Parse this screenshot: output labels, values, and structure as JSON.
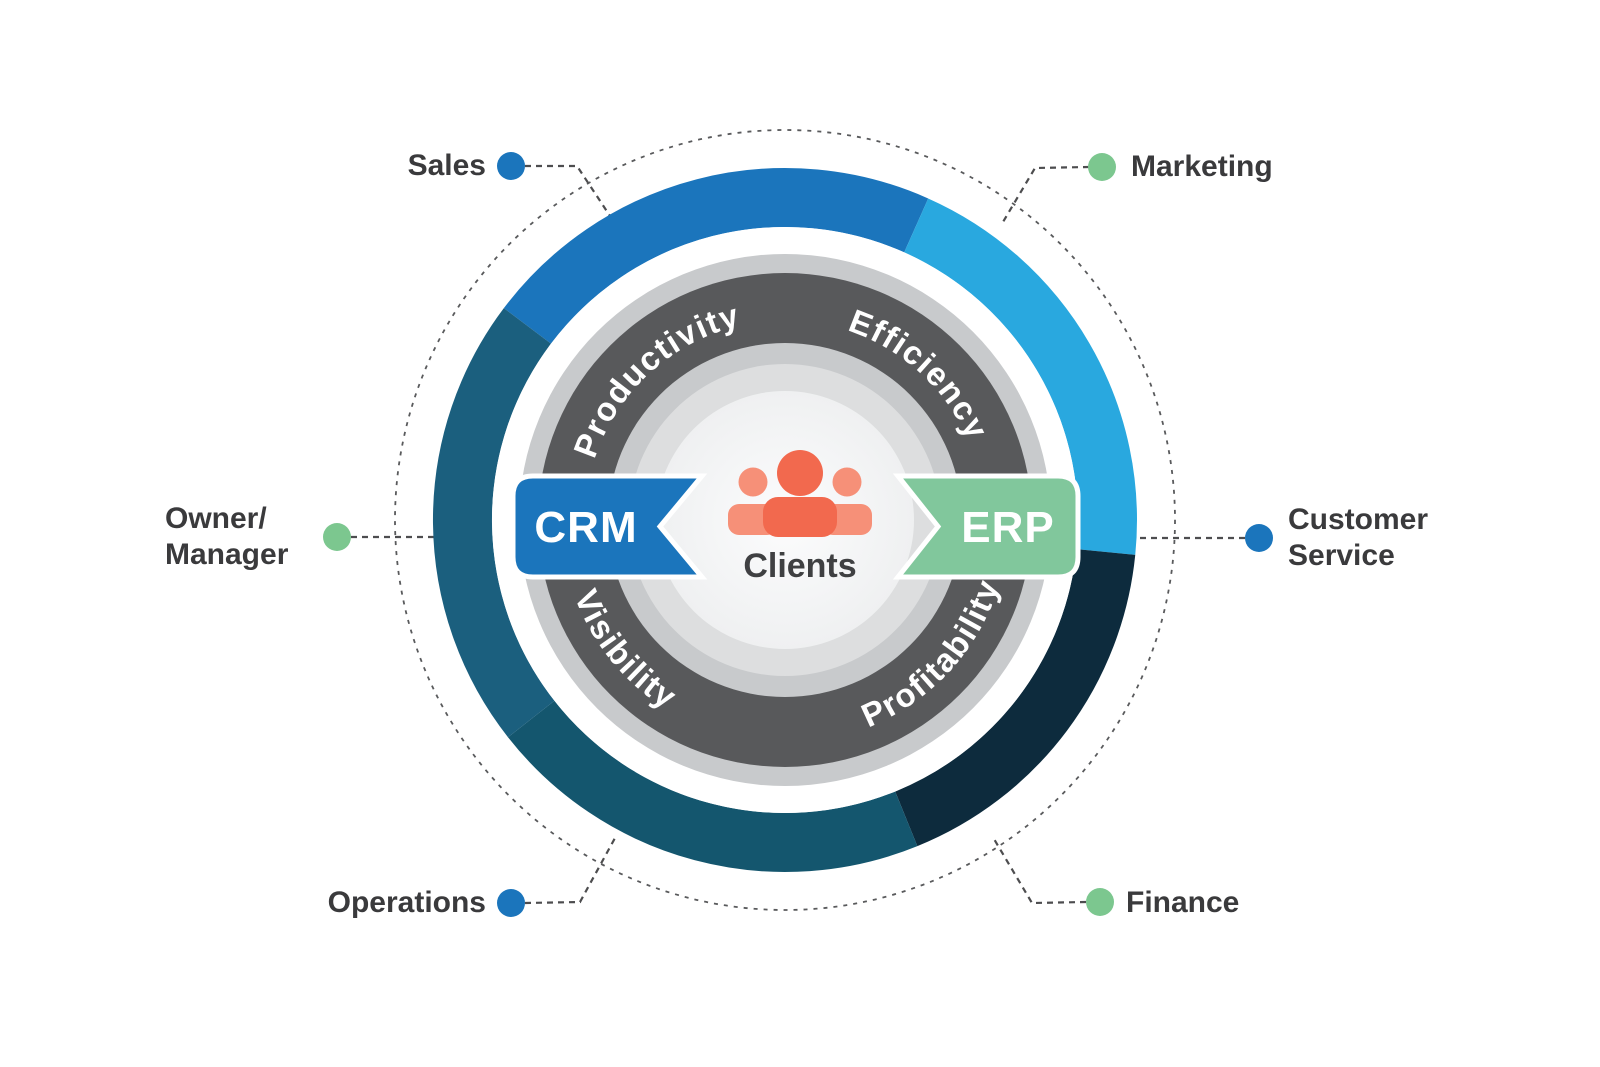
{
  "palette": {
    "background": "#FFFFFF",
    "connector_line": "#4D4D4F",
    "guide_circle": "#595A5C",
    "white_ring": "#FFFFFF",
    "light_gray_ring": "#C8CACC",
    "mid_gray_ring": "#DDDEDF",
    "center_fill": "#EFF0F1",
    "label_text": "#3A3A3C"
  },
  "center_graphic": {
    "crm": {
      "label": "CRM",
      "color": "#1B75BC",
      "text_color": "#FFFFFF"
    },
    "erp": {
      "label": "ERP",
      "color": "#81C79C",
      "text_color": "#FFFFFF"
    },
    "clients": {
      "label": "Clients",
      "text_color": "#3F4042",
      "person_center_color": "#F2694E",
      "person_side_color": "#F69078"
    }
  },
  "inner_ring": {
    "color": "#58595B",
    "text_color": "#FFFFFF",
    "words": [
      "Productivity",
      "Efficiency",
      "Visibility",
      "Profitability"
    ]
  },
  "outer_ring": {
    "segments": [
      {
        "name": "sales",
        "color": "#1B75BC"
      },
      {
        "name": "marketing",
        "color": "#29A8DF"
      },
      {
        "name": "customer-service-finance",
        "color": "#0D2B3D"
      },
      {
        "name": "operations",
        "color": "#14566E"
      },
      {
        "name": "owner-manager",
        "color": "#1B5F7E"
      }
    ]
  },
  "callouts": [
    {
      "id": "sales",
      "line1": "Sales",
      "dot_color": "#1B75BC"
    },
    {
      "id": "marketing",
      "line1": "Marketing",
      "dot_color": "#7CC78F"
    },
    {
      "id": "owner-manager",
      "line1": "Owner/",
      "line2": "Manager",
      "dot_color": "#7CC78F"
    },
    {
      "id": "customer-service",
      "line1": "Customer",
      "line2": "Service",
      "dot_color": "#1B75BC"
    },
    {
      "id": "operations",
      "line1": "Operations",
      "dot_color": "#1B75BC"
    },
    {
      "id": "finance",
      "line1": "Finance",
      "dot_color": "#7CC78F"
    }
  ]
}
